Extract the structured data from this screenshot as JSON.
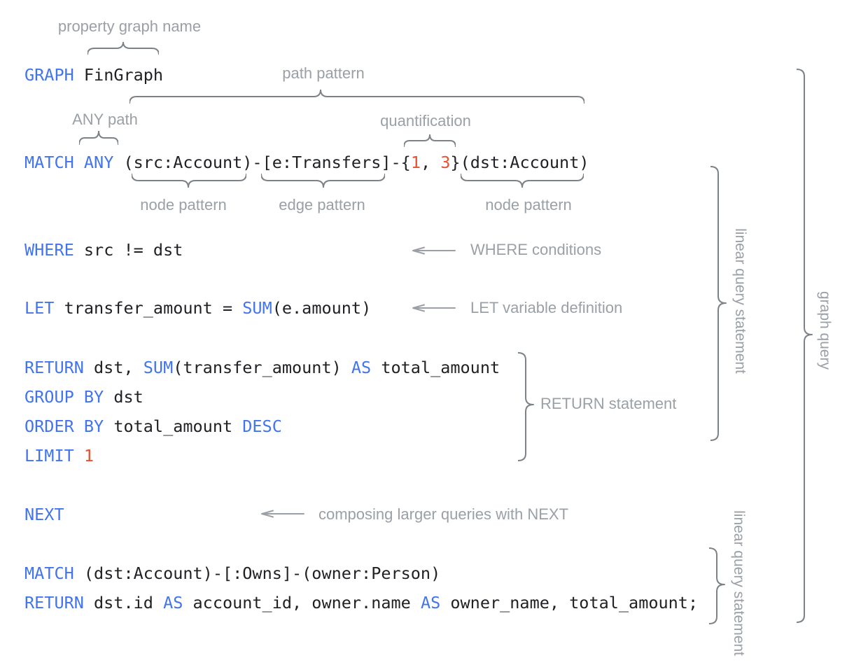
{
  "colors": {
    "keyword": "#4274EE",
    "number": "#E8502E",
    "code": "#202124",
    "label": "#9AA0A6",
    "brace": "#7D8287"
  },
  "annotations": {
    "property_graph_name": "property graph name",
    "path_pattern": "path pattern",
    "any_path": "ANY path",
    "quantification": "quantification",
    "node_pattern_src": "node pattern",
    "edge_pattern": "edge pattern",
    "node_pattern_dst": "node pattern",
    "where_conditions": "WHERE conditions",
    "let_variable_definition": "LET variable definition",
    "return_statement": "RETURN statement",
    "composing_next": "composing larger queries with NEXT",
    "linear_query_statement_1": "linear query statement",
    "linear_query_statement_2": "linear query statement",
    "graph_query": "graph query"
  },
  "code": {
    "lines": [
      {
        "id": "graph",
        "tokens": [
          {
            "t": "GRAPH",
            "c": "kw"
          },
          {
            "t": " FinGraph",
            "c": "pl"
          }
        ]
      },
      {
        "id": "match-path",
        "tokens": [
          {
            "t": "MATCH",
            "c": "kw"
          },
          {
            "t": " ",
            "c": "pl"
          },
          {
            "t": "ANY",
            "c": "kw"
          },
          {
            "t": " (src:Account)-[e:Transfers]-{",
            "c": "pl"
          },
          {
            "t": "1",
            "c": "num"
          },
          {
            "t": ", ",
            "c": "pl"
          },
          {
            "t": "3",
            "c": "num"
          },
          {
            "t": "}(dst:Account)",
            "c": "pl"
          }
        ]
      },
      {
        "id": "where",
        "tokens": [
          {
            "t": "WHERE",
            "c": "kw"
          },
          {
            "t": " src != dst",
            "c": "pl"
          }
        ]
      },
      {
        "id": "let",
        "tokens": [
          {
            "t": "LET",
            "c": "kw"
          },
          {
            "t": " transfer_amount = ",
            "c": "pl"
          },
          {
            "t": "SUM",
            "c": "kw"
          },
          {
            "t": "(e.amount)",
            "c": "pl"
          }
        ]
      },
      {
        "id": "return",
        "tokens": [
          {
            "t": "RETURN",
            "c": "kw"
          },
          {
            "t": " dst, ",
            "c": "pl"
          },
          {
            "t": "SUM",
            "c": "kw"
          },
          {
            "t": "(transfer_amount) ",
            "c": "pl"
          },
          {
            "t": "AS",
            "c": "kw"
          },
          {
            "t": " total_amount",
            "c": "pl"
          }
        ]
      },
      {
        "id": "group-by",
        "tokens": [
          {
            "t": "GROUP BY",
            "c": "kw"
          },
          {
            "t": " dst",
            "c": "pl"
          }
        ]
      },
      {
        "id": "order-by",
        "tokens": [
          {
            "t": "ORDER BY",
            "c": "kw"
          },
          {
            "t": " total_amount ",
            "c": "pl"
          },
          {
            "t": "DESC",
            "c": "kw"
          }
        ]
      },
      {
        "id": "limit",
        "tokens": [
          {
            "t": "LIMIT",
            "c": "kw"
          },
          {
            "t": " ",
            "c": "pl"
          },
          {
            "t": "1",
            "c": "num"
          }
        ]
      },
      {
        "id": "next",
        "tokens": [
          {
            "t": "NEXT",
            "c": "kw"
          }
        ]
      },
      {
        "id": "match-owner",
        "tokens": [
          {
            "t": "MATCH",
            "c": "kw"
          },
          {
            "t": " (dst:Account)-[:Owns]-(owner:Person)",
            "c": "pl"
          }
        ]
      },
      {
        "id": "return-final",
        "tokens": [
          {
            "t": "RETURN",
            "c": "kw"
          },
          {
            "t": " dst.id ",
            "c": "pl"
          },
          {
            "t": "AS",
            "c": "kw"
          },
          {
            "t": " account_id, owner.name ",
            "c": "pl"
          },
          {
            "t": "AS",
            "c": "kw"
          },
          {
            "t": " owner_name, total_amount;",
            "c": "pl"
          }
        ]
      }
    ]
  }
}
